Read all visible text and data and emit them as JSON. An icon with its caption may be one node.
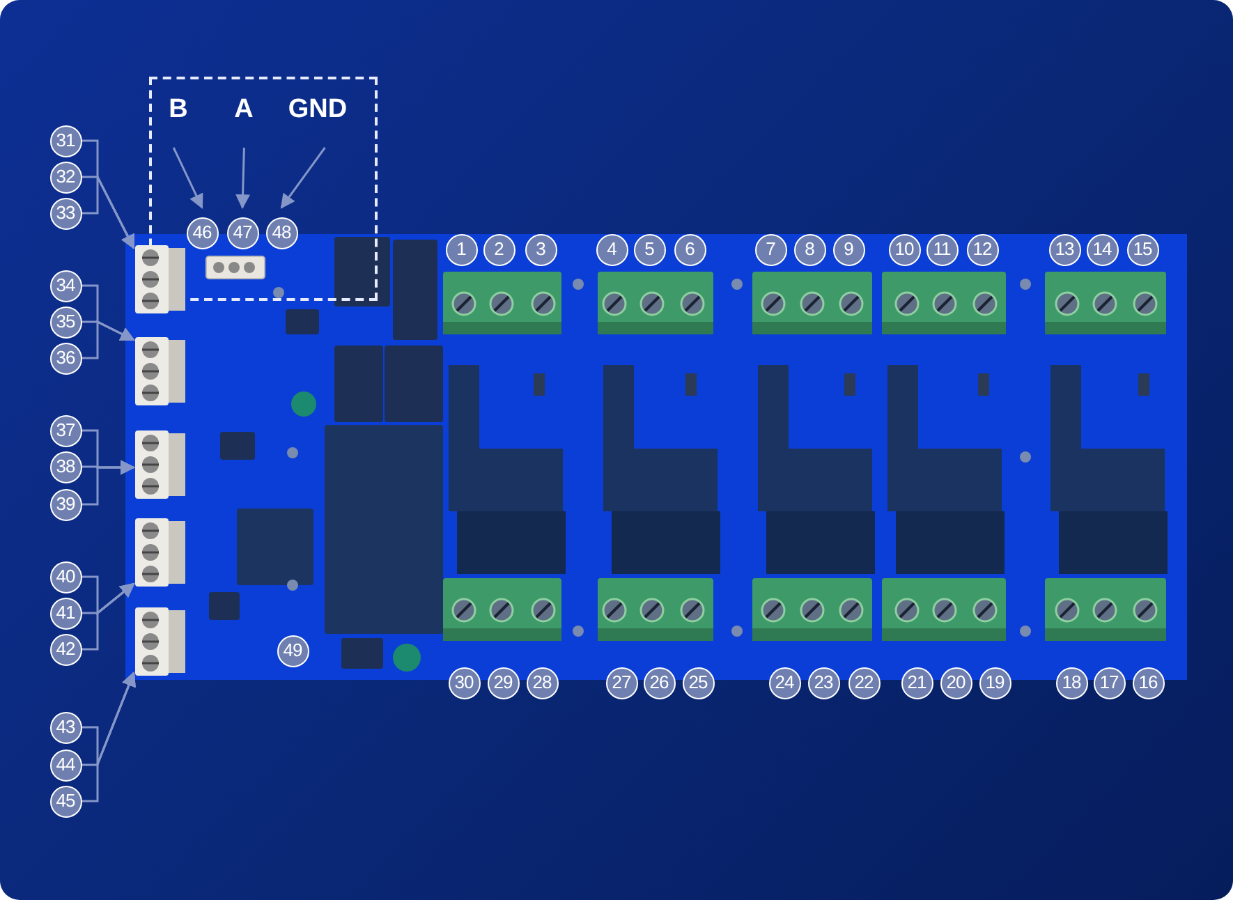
{
  "diagram": {
    "nodes": [
      {
        "text": [],
        "shape": "box"
      },
      {
        "text": [
          "B"
        ],
        "in": 0
      },
      {
        "text": [
          "A"
        ],
        "in": 0
      },
      {
        "text": [
          "GND"
        ],
        "in": 0
      },
      {
        "text": [
          "46"
        ],
        "in": 0
      },
      {
        "text": [
          "47"
        ],
        "in": 0
      },
      {
        "text": [
          "48"
        ],
        "in": 0
      },
      {
        "text": [
          "31"
        ]
      },
      {
        "text": [
          "32"
        ]
      },
      {
        "text": [
          "33"
        ]
      },
      {
        "text": [
          "34"
        ]
      },
      {
        "text": [
          "35"
        ]
      },
      {
        "text": [
          "36"
        ]
      },
      {
        "text": [
          "37"
        ]
      },
      {
        "text": [
          "38"
        ]
      },
      {
        "text": [
          "39"
        ]
      },
      {
        "text": [
          "40"
        ]
      },
      {
        "text": [
          "41"
        ]
      },
      {
        "text": [
          "42"
        ]
      },
      {
        "text": [
          "43"
        ]
      },
      {
        "text": [
          "44"
        ]
      },
      {
        "text": [
          "45"
        ]
      },
      {
        "text": [],
        "shape": "box"
      },
      {
        "text": [],
        "shape": "box"
      },
      {
        "text": [],
        "shape": "box"
      },
      {
        "text": [],
        "shape": "box"
      },
      {
        "text": [],
        "shape": "box"
      },
      {
        "text": [
          "1"
        ]
      },
      {
        "text": [
          "2"
        ]
      },
      {
        "text": [
          "3"
        ]
      },
      {
        "text": [
          "4"
        ]
      },
      {
        "text": [
          "5"
        ]
      },
      {
        "text": [
          "6"
        ]
      },
      {
        "text": [
          "7"
        ]
      },
      {
        "text": [
          "8"
        ]
      },
      {
        "text": [
          "9"
        ]
      },
      {
        "text": [
          "10"
        ]
      },
      {
        "text": [
          "11"
        ]
      },
      {
        "text": [
          "12"
        ]
      },
      {
        "text": [
          "13"
        ]
      },
      {
        "text": [
          "14"
        ]
      },
      {
        "text": [
          "15"
        ]
      },
      {
        "text": [
          "49"
        ]
      },
      {
        "text": [
          "30"
        ]
      },
      {
        "text": [
          "29"
        ]
      },
      {
        "text": [
          "28"
        ]
      },
      {
        "text": [
          "27"
        ]
      },
      {
        "text": [
          "26"
        ]
      },
      {
        "text": [
          "25"
        ]
      },
      {
        "text": [
          "24"
        ]
      },
      {
        "text": [
          "23"
        ]
      },
      {
        "text": [
          "22"
        ]
      },
      {
        "text": [
          "21"
        ]
      },
      {
        "text": [
          "20"
        ]
      },
      {
        "text": [
          "19"
        ]
      },
      {
        "text": [
          "18"
        ]
      },
      {
        "text": [
          "17"
        ]
      },
      {
        "text": [
          "16"
        ]
      }
    ],
    "edges": [
      {
        "from": 1,
        "to": 4,
        "arrow": "to"
      },
      {
        "from": 2,
        "to": 5,
        "arrow": "to"
      },
      {
        "from": 3,
        "to": 6,
        "arrow": "to"
      },
      {
        "from": 7,
        "to": 22,
        "arrow": "to"
      },
      {
        "from": 8,
        "to": 22,
        "arrow": "to"
      },
      {
        "from": 9,
        "to": 22,
        "arrow": "to"
      },
      {
        "from": 10,
        "to": 23,
        "arrow": "to"
      },
      {
        "from": 11,
        "to": 23,
        "arrow": "to"
      },
      {
        "from": 12,
        "to": 23,
        "arrow": "to"
      },
      {
        "from": 13,
        "to": 24,
        "arrow": "to"
      },
      {
        "from": 14,
        "to": 24,
        "arrow": "to"
      },
      {
        "from": 15,
        "to": 24,
        "arrow": "to"
      },
      {
        "from": 16,
        "to": 25,
        "arrow": "to"
      },
      {
        "from": 17,
        "to": 25,
        "arrow": "to"
      },
      {
        "from": 18,
        "to": 25,
        "arrow": "to"
      },
      {
        "from": 19,
        "to": 26,
        "arrow": "to"
      },
      {
        "from": 20,
        "to": 26,
        "arrow": "to"
      },
      {
        "from": 21,
        "to": 26,
        "arrow": "to"
      }
    ]
  }
}
